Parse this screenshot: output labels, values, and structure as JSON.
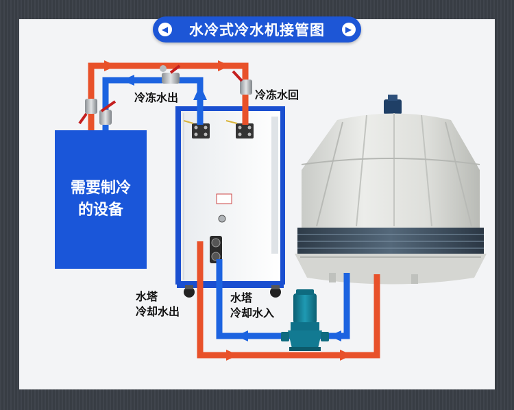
{
  "title": "水冷式冷水机接管图",
  "device_label": [
    "需要制冷",
    "的设备"
  ],
  "labels": {
    "chilled_out": "冷冻水出",
    "chilled_return": "冷冻水回",
    "tower_out": [
      "水塔",
      "冷却水出"
    ],
    "tower_in": [
      "水塔",
      "冷却水入"
    ]
  },
  "colors": {
    "hot_pipe": "#e8512a",
    "cold_pipe": "#1c63e0",
    "title_bg": "#1d56d6",
    "device_box": "#1a56d9"
  }
}
